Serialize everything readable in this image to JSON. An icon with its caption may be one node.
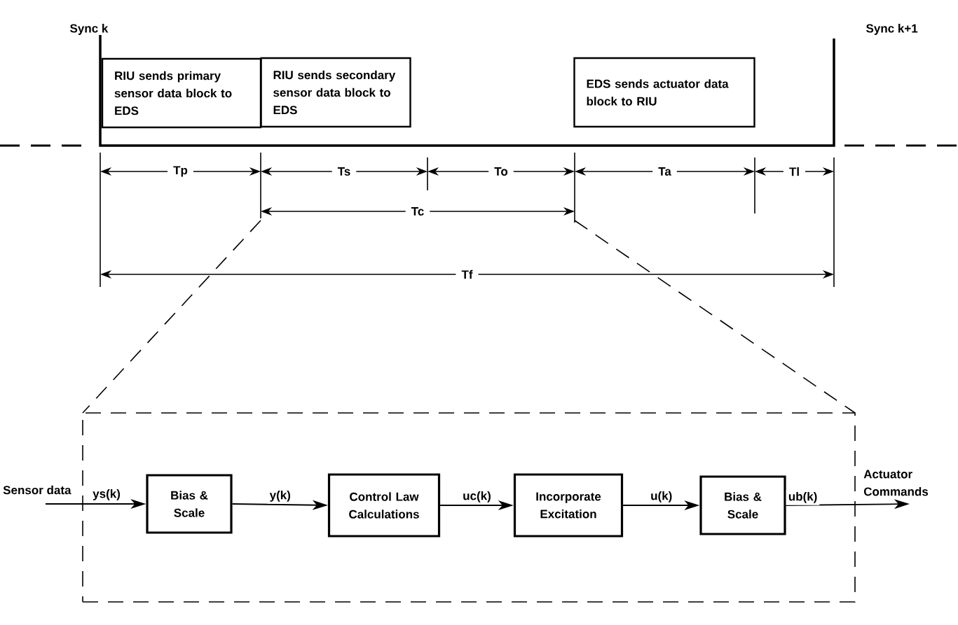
{
  "diagram": {
    "nodes": [
      {
        "text": [
          "RIU sends primary sensor data block to EDS"
        ]
      },
      {
        "text": [
          "RIU sends secondary sensor data block to EDS"
        ]
      },
      {
        "text": [
          "EDS sends actuator data block to RIU"
        ]
      },
      {
        "text": [],
        "shape": "box"
      },
      {
        "text": [
          "Bias & Scale"
        ],
        "in": 3
      },
      {
        "text": [
          "Control Law Calculations"
        ],
        "in": 3
      },
      {
        "text": [
          "Incorporate Excitation"
        ],
        "in": 3
      },
      {
        "text": [
          "Bias & Scale"
        ],
        "in": 3
      },
      {
        "text": [
          "Sensor data"
        ]
      },
      {
        "text": [
          "Actuator Commands"
        ]
      }
    ],
    "edges": [
      {
        "from": 8,
        "to": 4,
        "arrow": "to",
        "label": "ys(k)"
      },
      {
        "from": 4,
        "to": 5,
        "arrow": "to",
        "label": "y(k)"
      },
      {
        "from": 5,
        "to": 6,
        "arrow": "to",
        "label": "uc(k)"
      },
      {
        "from": 6,
        "to": 7,
        "arrow": "to",
        "label": "u(k)"
      },
      {
        "from": 7,
        "to": 9,
        "arrow": "to",
        "label": "ub(k)"
      }
    ],
    "labels": [
      "Sync k",
      "Sync k+1",
      "Tp",
      "Ts",
      "To",
      "Ta",
      "Tl",
      "Tc",
      "Tf"
    ]
  }
}
